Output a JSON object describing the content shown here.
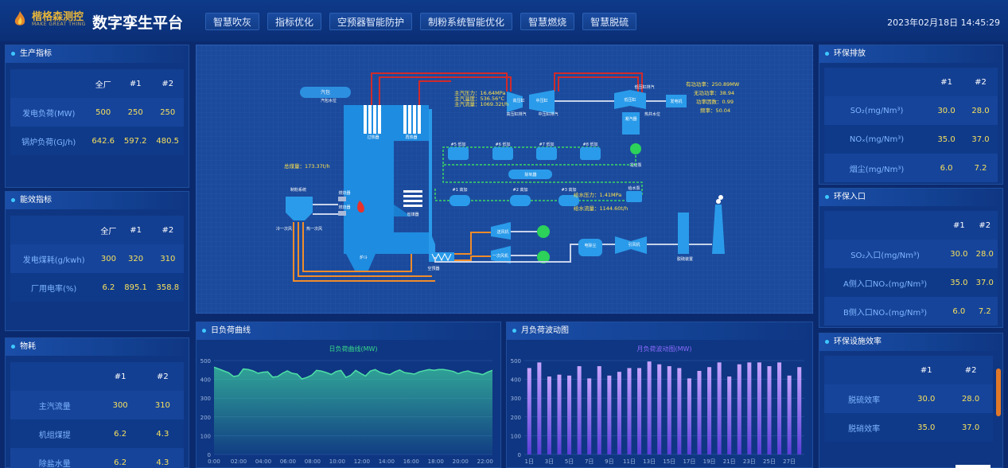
{
  "header": {
    "logo_name": "楷格森测控",
    "logo_sub": "MAKE GREAT THING",
    "title": "数字孪生平台",
    "datetime": "2023年02月18日 14:45:29",
    "nav": [
      "智慧吹灰",
      "指标优化",
      "空预器智能防护",
      "制粉系统智能优化",
      "智慧燃烧",
      "智慧脱硫"
    ]
  },
  "left": {
    "production": {
      "title": "生产指标",
      "cols": [
        "全厂",
        "#1",
        "#2"
      ],
      "rows": [
        {
          "label": "发电负荷(MW)",
          "vals": [
            "500",
            "250",
            "250"
          ]
        },
        {
          "label": "锅炉负荷(GJ/h)",
          "vals": [
            "642.6",
            "597.2",
            "480.5"
          ]
        }
      ]
    },
    "efficiency": {
      "title": "能效指标",
      "cols": [
        "全厂",
        "#1",
        "#2"
      ],
      "rows": [
        {
          "label": "发电煤耗(g/kwh)",
          "vals": [
            "300",
            "320",
            "310"
          ]
        },
        {
          "label": "厂用电率(%)",
          "vals": [
            "6.2",
            "895.1",
            "358.8"
          ]
        }
      ]
    },
    "consumption": {
      "title": "物耗",
      "cols": [
        "#1",
        "#2"
      ],
      "rows": [
        {
          "label": "主汽流量",
          "vals": [
            "300",
            "310"
          ]
        },
        {
          "label": "机组煤提",
          "vals": [
            "6.2",
            "4.3"
          ]
        },
        {
          "label": "除盐水量",
          "vals": [
            "6.2",
            "4.3"
          ]
        }
      ]
    }
  },
  "right": {
    "emission": {
      "title": "环保排放",
      "cols": [
        "#1",
        "#2"
      ],
      "rows": [
        {
          "label": "SO₂(mg/Nm³)",
          "vals": [
            "30.0",
            "28.0"
          ]
        },
        {
          "label": "NOₓ(mg/Nm³)",
          "vals": [
            "35.0",
            "37.0"
          ]
        },
        {
          "label": "烟尘(mg/Nm³)",
          "vals": [
            "6.0",
            "7.2"
          ]
        }
      ]
    },
    "inlet": {
      "title": "环保入口",
      "cols": [
        "#1",
        "#2"
      ],
      "rows": [
        {
          "label": "SO₂入口(mg/Nm³)",
          "vals": [
            "30.0",
            "28.0"
          ]
        },
        {
          "label": "A侧入口NOₓ(mg/Nm³)",
          "vals": [
            "35.0",
            "37.0"
          ]
        },
        {
          "label": "B侧入口NOₓ(mg/Nm³)",
          "vals": [
            "6.0",
            "7.2"
          ]
        }
      ]
    },
    "facility": {
      "title": "环保设施效率",
      "cols": [
        "#1",
        "#2"
      ],
      "rows": [
        {
          "label": "脱硫效率",
          "vals": [
            "30.0",
            "28.0"
          ]
        },
        {
          "label": "脱硝效率",
          "vals": [
            "35.0",
            "37.0"
          ]
        }
      ]
    }
  },
  "diagram": {
    "labels": {
      "steam_drum": "汽包",
      "drum_level": "汽包水位",
      "superheater": "过热器",
      "reheater": "再热器",
      "economizer": "省煤器",
      "pulverizing": "制粉系统",
      "burner1": "燃烧器",
      "burner2": "燃烧器",
      "cold_air": "冷一次风",
      "hot_air": "热一次风",
      "furnace": "炉斗",
      "air_preheater": "空预器",
      "hp_turbine": "高压缸",
      "ip_turbine": "中压缸",
      "lp_turbine": "低压缸",
      "hp_exhaust": "高压缸排汽",
      "ip_exhaust": "中压缸排汽",
      "lp_exhaust": "低压缸排汽",
      "generator": "发电机",
      "condenser": "凝汽器",
      "hotwell": "热井水位",
      "cond_pump": "凝结泵",
      "lph5": "#5 低加",
      "lph6": "#6 低加",
      "lph7": "#7 低加",
      "lph8": "#8 低加",
      "deaerator": "除氧器",
      "hph1": "#1 高加",
      "hph2": "#2 高加",
      "hph3": "#3 高加",
      "feed_pump": "给水泵",
      "fan_blower": "送风机",
      "primary_fan": "一次风机",
      "precipitator": "电除尘",
      "id_fan": "引风机",
      "desulf": "脱硫装置"
    },
    "readouts": {
      "main_steam_pressure": "主汽压力：16.64MPa",
      "main_steam_temp": "主汽温度：536.56°C",
      "main_steam_flow": "主汽流量：1069.32t/h",
      "active_power": "有功功率：250.89MW",
      "reactive_power": "无功功率：38.94",
      "power_factor": "功率因数：0.99",
      "frequency": "频率：50.04",
      "coal_total": "总煤量：173.37t/h",
      "feed_pressure": "给水压力：1.41MPa",
      "feed_flow": "给水流量：1144.60t/h"
    }
  },
  "charts": {
    "daily": {
      "panel_title": "日负荷曲线",
      "chart_data": {
        "type": "area",
        "title": "日负荷曲线(MW)",
        "x": [
          "0:00",
          "02:00",
          "04:00",
          "06:00",
          "08:00",
          "10:00",
          "12:00",
          "14:00",
          "16:00",
          "18:00",
          "20:00",
          "22:00"
        ],
        "ylim": [
          0,
          500
        ],
        "yticks": [
          0,
          100,
          200,
          300,
          400,
          500
        ],
        "series": [
          {
            "values": [
              465,
              455,
              445,
              435,
              415,
              420,
              455,
              452,
              445,
              432,
              438,
              440,
              412,
              415,
              432,
              445,
              432,
              428,
              402,
              410,
              422,
              448,
              444,
              436,
              426,
              442,
              448,
              410,
              422,
              448,
              432,
              418,
              444,
              452,
              437,
              430,
              425,
              440,
              450,
              436,
              432,
              428,
              440,
              446,
              452,
              448,
              452,
              452,
              448,
              442,
              430,
              440,
              445,
              435,
              432,
              425,
              438,
              448
            ]
          }
        ]
      }
    },
    "monthly": {
      "panel_title": "月负荷波动图",
      "chart_data": {
        "type": "bar",
        "title": "月负荷波动图(MW)",
        "x_labels": [
          "1日",
          "3日",
          "5日",
          "7日",
          "9日",
          "11日",
          "13日",
          "15日",
          "17日",
          "19日",
          "21日",
          "23日",
          "25日",
          "27日"
        ],
        "ylim": [
          0,
          500
        ],
        "yticks": [
          0,
          100,
          200,
          300,
          400,
          500
        ],
        "categories": [
          "1",
          "2",
          "3",
          "4",
          "5",
          "6",
          "7",
          "8",
          "9",
          "10",
          "11",
          "12",
          "13",
          "14",
          "15",
          "16",
          "17",
          "18",
          "19",
          "20",
          "21",
          "22",
          "23",
          "24",
          "25",
          "26",
          "27",
          "28"
        ],
        "values": [
          460,
          490,
          415,
          425,
          420,
          470,
          405,
          470,
          420,
          440,
          460,
          460,
          495,
          480,
          470,
          460,
          405,
          445,
          465,
          490,
          415,
          480,
          490,
          490,
          470,
          490,
          420,
          465
        ]
      }
    }
  }
}
